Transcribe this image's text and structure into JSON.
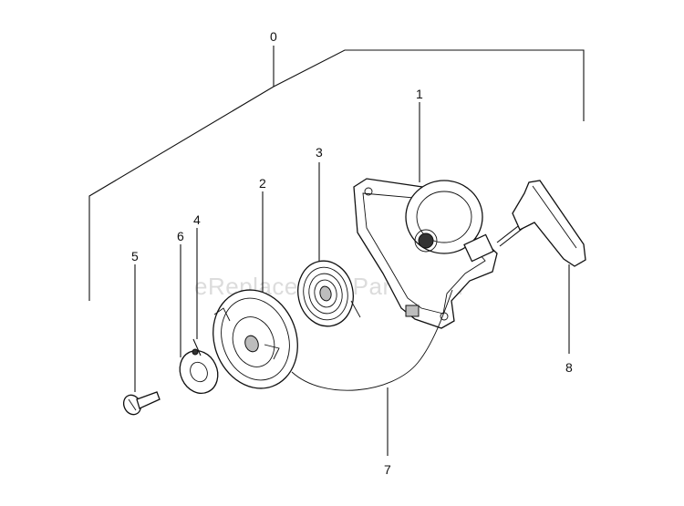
{
  "watermark": "eReplacementParts.com",
  "callouts": {
    "assembly": "0",
    "housing": "1",
    "reel": "2",
    "spring": "3",
    "pawl": "4",
    "screw": "5",
    "friction_spring": "6",
    "rope": "7",
    "handle": "8"
  }
}
